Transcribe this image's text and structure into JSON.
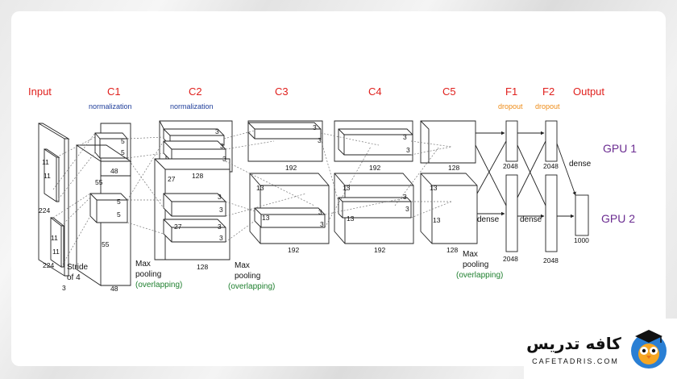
{
  "layers": {
    "input": "Input",
    "c1": "C1",
    "c2": "C2",
    "c3": "C3",
    "c4": "C4",
    "c5": "C5",
    "f1": "F1",
    "f2": "F2",
    "output": "Output"
  },
  "sublabels": {
    "c1": "normalization",
    "c2": "normalization",
    "f1": "dropout",
    "f2": "dropout"
  },
  "gpu": {
    "gpu1": "GPU 1",
    "gpu2": "GPU 2"
  },
  "dims": {
    "input_11a": "11",
    "input_11b": "11",
    "input_224a": "224",
    "input_11c": "11",
    "input_11d": "11",
    "input_224b": "224",
    "input_3": "3",
    "c1_5a": "5",
    "c1_5b": "5",
    "c1_48a": "48",
    "c1_55a": "55",
    "c1_5c": "5",
    "c1_5d": "5",
    "c1_55b": "55",
    "c1_48b": "48",
    "c2_3a": "3",
    "c2_3b": "3",
    "c2_3c": "3",
    "c2_27a": "27",
    "c2_128a": "128",
    "c2_3d": "3",
    "c2_3e": "3",
    "c2_27b": "27",
    "c2_3f": "3",
    "c2_3g": "3",
    "c2_128b": "128",
    "c3_3a": "3",
    "c3_3b": "3",
    "c3_192a": "192",
    "c3_13a": "13",
    "c3_13b": "13",
    "c3_3c": "3",
    "c3_3d": "3",
    "c3_192b": "192",
    "c4_3a": "3",
    "c4_3b": "3",
    "c4_192a": "192",
    "c4_13a": "13",
    "c4_13b": "13",
    "c4_3c": "3",
    "c4_3d": "3",
    "c4_192b": "192",
    "c5_128a": "128",
    "c5_13a": "13",
    "c5_13b": "13",
    "c5_128b": "128",
    "f1_2048a": "2048",
    "f1_2048b": "2048",
    "f2_2048a": "2048",
    "f2_2048b": "2048",
    "out_1000": "1000"
  },
  "annotations": {
    "stride_1": "Stride",
    "stride_2": "of 4",
    "pool1_a": "Max",
    "pool1_b": "pooling",
    "pool1_c": "(overlapping)",
    "pool2_a": "Max",
    "pool2_b": "pooling",
    "pool2_c": "(overlapping)",
    "pool3_a": "Max",
    "pool3_b": "pooling",
    "pool3_c": "(overlapping)",
    "dense_1": "dense",
    "dense_2": "dense",
    "dense_3": "dense"
  },
  "logo": {
    "text": "کافه تدریس",
    "url": "CAFETADRIS.COM"
  },
  "colors": {
    "layer_title": "#e0201d",
    "normalization": "#1f3e9a",
    "dropout": "#ee8b16",
    "overlap": "#1e7f2e",
    "gpu": "#6b2c91",
    "line": "#222222"
  }
}
